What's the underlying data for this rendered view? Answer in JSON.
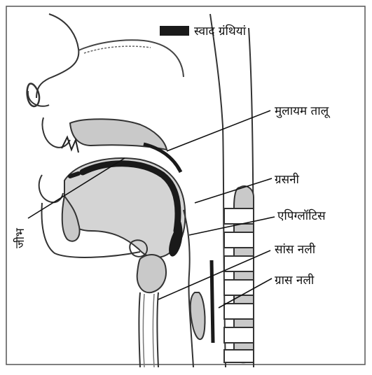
{
  "legend": {
    "label": "स्वाद ग्रंथियां",
    "swatch_color": "#1a1a1a"
  },
  "labels": {
    "soft_palate": "मुलायम तालू",
    "pharynx": "ग्रसनी",
    "epiglottis": "एपिग्लॉटिस",
    "trachea": "सांस नली",
    "esophagus": "ग्रास नली",
    "tongue": "जीभ"
  },
  "colors": {
    "tissue": "#c9c9c9",
    "dark": "#1a1a1a",
    "stroke": "#333333",
    "frame": "#555555"
  }
}
